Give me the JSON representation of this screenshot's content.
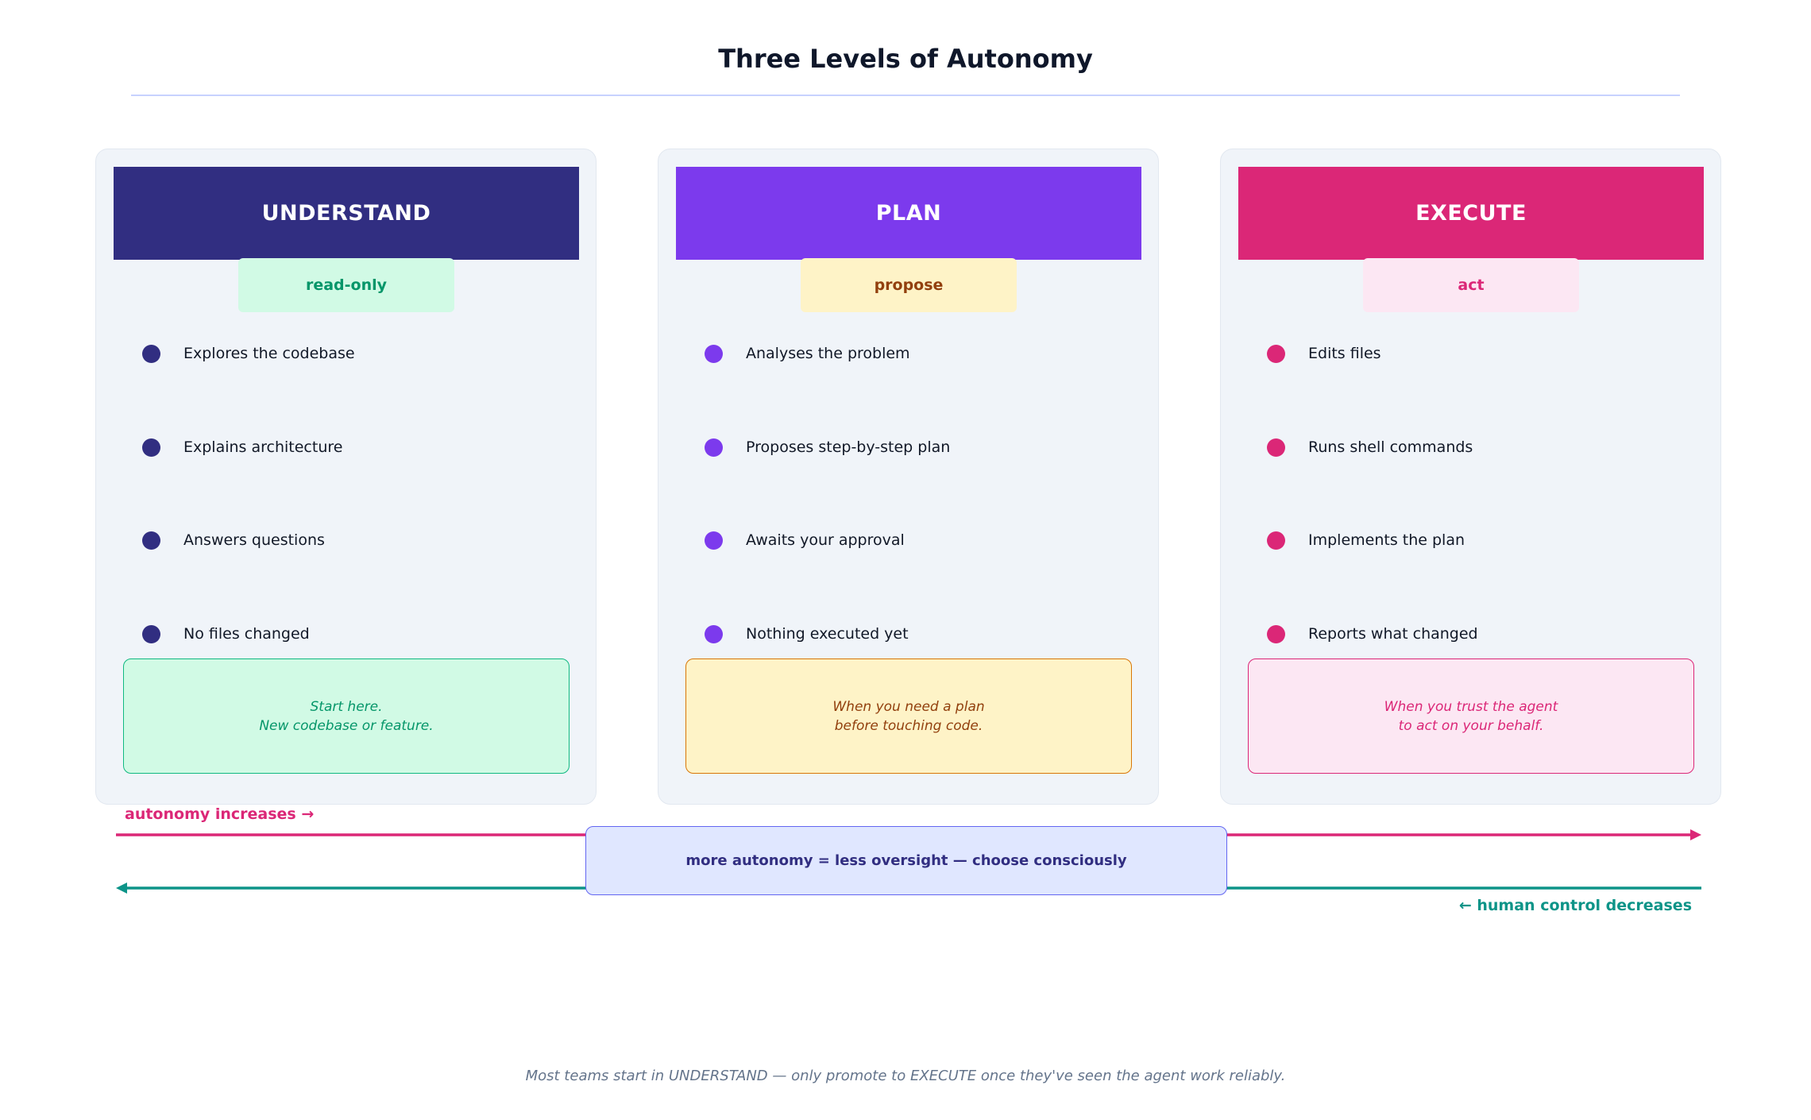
{
  "title": "Three Levels of Autonomy",
  "columns": [
    {
      "name": "UNDERSTAND",
      "badge": "read-only",
      "colors": {
        "head": "#312e81",
        "dot": "#312e81",
        "badge_bg": "#d1fae5",
        "badge_fg": "#059669",
        "note_bg": "#d1fae5",
        "note_border": "#10b981",
        "note_fg": "#059669"
      },
      "bullets": [
        "Explores the codebase",
        "Explains architecture",
        "Answers questions",
        "No files changed"
      ],
      "note": [
        "Start here.",
        "New codebase or feature."
      ]
    },
    {
      "name": "PLAN",
      "badge": "propose",
      "colors": {
        "head": "#7c3aed",
        "dot": "#7c3aed",
        "badge_bg": "#fef3c7",
        "badge_fg": "#92400e",
        "note_bg": "#fef3c7",
        "note_border": "#d97706",
        "note_fg": "#92400e"
      },
      "bullets": [
        "Analyses the problem",
        "Proposes step-by-step plan",
        "Awaits your approval",
        "Nothing executed yet"
      ],
      "note": [
        "When you need a plan",
        "before touching code."
      ]
    },
    {
      "name": "EXECUTE",
      "badge": "act",
      "colors": {
        "head": "#db2777",
        "dot": "#db2777",
        "badge_bg": "#fce7f3",
        "badge_fg": "#db2777",
        "note_bg": "#fce7f3",
        "note_border": "#db2777",
        "note_fg": "#db2777"
      },
      "bullets": [
        "Edits files",
        "Runs shell commands",
        "Implements the plan",
        "Reports what changed"
      ],
      "note": [
        "When you trust the agent",
        "to act on your behalf."
      ]
    }
  ],
  "axis": {
    "forward_label": "autonomy increases →",
    "forward_color": "#db2777",
    "backward_label": "← human control decreases",
    "backward_color": "#0d9488",
    "center_text": "more autonomy = less oversight — choose consciously"
  },
  "footer": "Most teams start in UNDERSTAND — only promote to EXECUTE once they've seen the agent work reliably."
}
